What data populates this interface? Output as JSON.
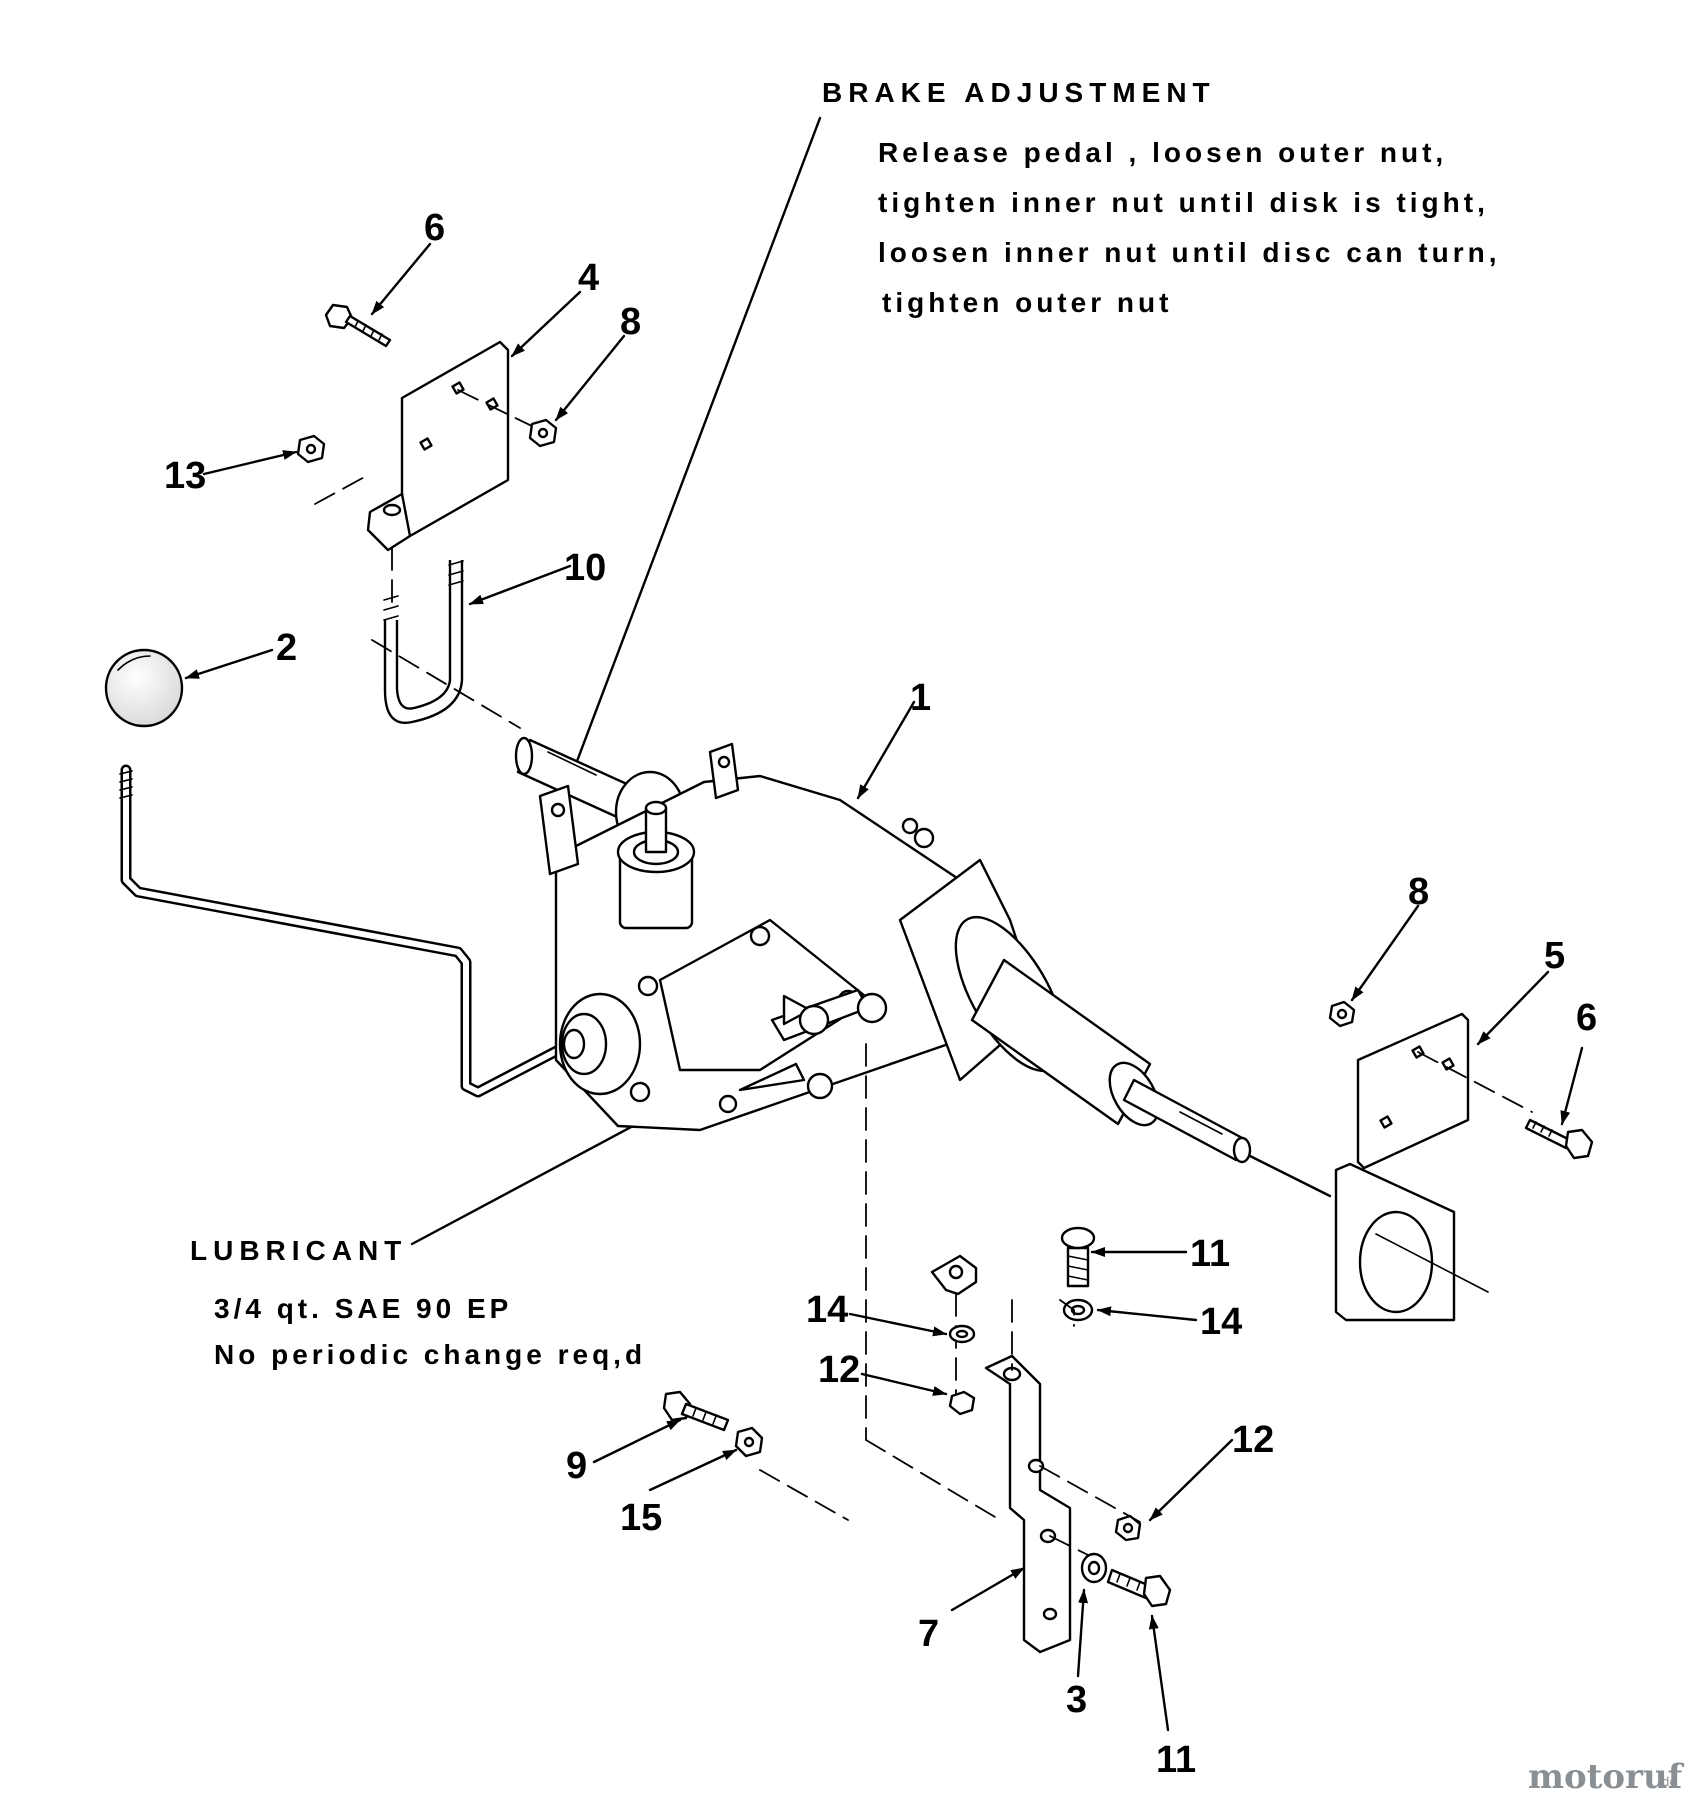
{
  "brake_note": {
    "title": "BRAKE ADJUSTMENT",
    "lines": [
      "Release pedal , loosen outer nut,",
      "tighten inner nut until disk is tight,",
      "loosen inner nut until disc can turn,",
      "tighten outer nut"
    ]
  },
  "lubricant_note": {
    "title": "LUBRICANT",
    "lines": [
      "3/4 qt. SAE 90 EP",
      "No periodic change req,d"
    ]
  },
  "callouts": [
    {
      "id": "c1",
      "label": "1"
    },
    {
      "id": "c2",
      "label": "2"
    },
    {
      "id": "c3",
      "label": "3"
    },
    {
      "id": "c4",
      "label": "4"
    },
    {
      "id": "c5",
      "label": "5"
    },
    {
      "id": "c6a",
      "label": "6"
    },
    {
      "id": "c6b",
      "label": "6"
    },
    {
      "id": "c7",
      "label": "7"
    },
    {
      "id": "c8a",
      "label": "8"
    },
    {
      "id": "c8b",
      "label": "8"
    },
    {
      "id": "c9",
      "label": "9"
    },
    {
      "id": "c10",
      "label": "10"
    },
    {
      "id": "c11a",
      "label": "11"
    },
    {
      "id": "c11b",
      "label": "11"
    },
    {
      "id": "c12a",
      "label": "12"
    },
    {
      "id": "c12b",
      "label": "12"
    },
    {
      "id": "c13",
      "label": "13"
    },
    {
      "id": "c14a",
      "label": "14"
    },
    {
      "id": "c14b",
      "label": "14"
    },
    {
      "id": "c15",
      "label": "15"
    }
  ],
  "watermark": {
    "brand": "motoruf",
    "suffix": ".de"
  }
}
